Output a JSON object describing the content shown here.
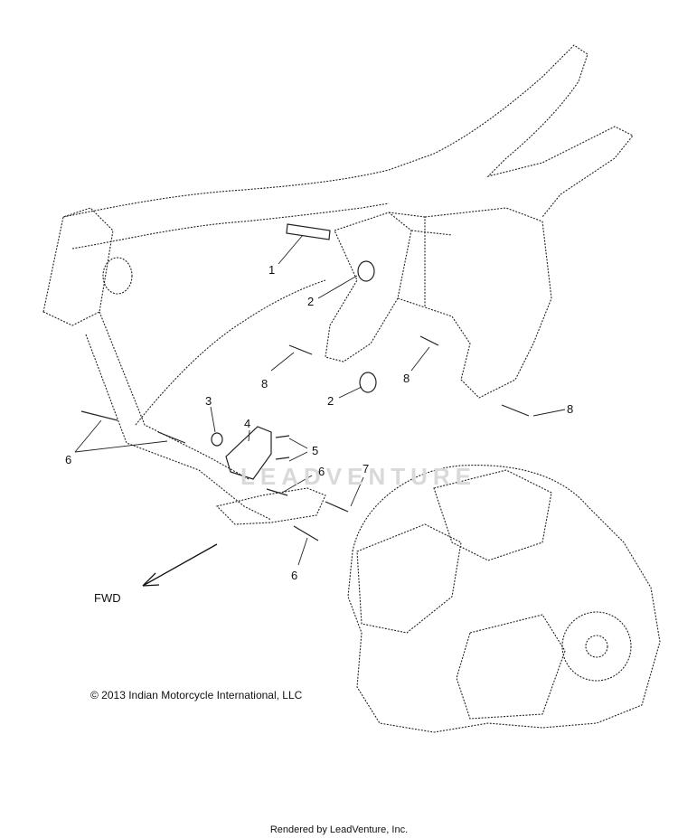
{
  "diagram": {
    "callouts": [
      {
        "id": "c1a",
        "text": "1"
      },
      {
        "id": "c2a",
        "text": "2"
      },
      {
        "id": "c2b",
        "text": "2"
      },
      {
        "id": "c3",
        "text": "3"
      },
      {
        "id": "c4",
        "text": "4"
      },
      {
        "id": "c5",
        "text": "5"
      },
      {
        "id": "c6a",
        "text": "6"
      },
      {
        "id": "c6b",
        "text": "6"
      },
      {
        "id": "c6c",
        "text": "6"
      },
      {
        "id": "c7",
        "text": "7"
      },
      {
        "id": "c8a",
        "text": "8"
      },
      {
        "id": "c8b",
        "text": "8"
      },
      {
        "id": "c8c",
        "text": "8"
      }
    ],
    "direction_label": "FWD",
    "watermark": "LEADVENTURE",
    "copyright": "© 2013 Indian Motorcycle International, LLC",
    "rendered_by": "Rendered by LeadVenture, Inc."
  }
}
